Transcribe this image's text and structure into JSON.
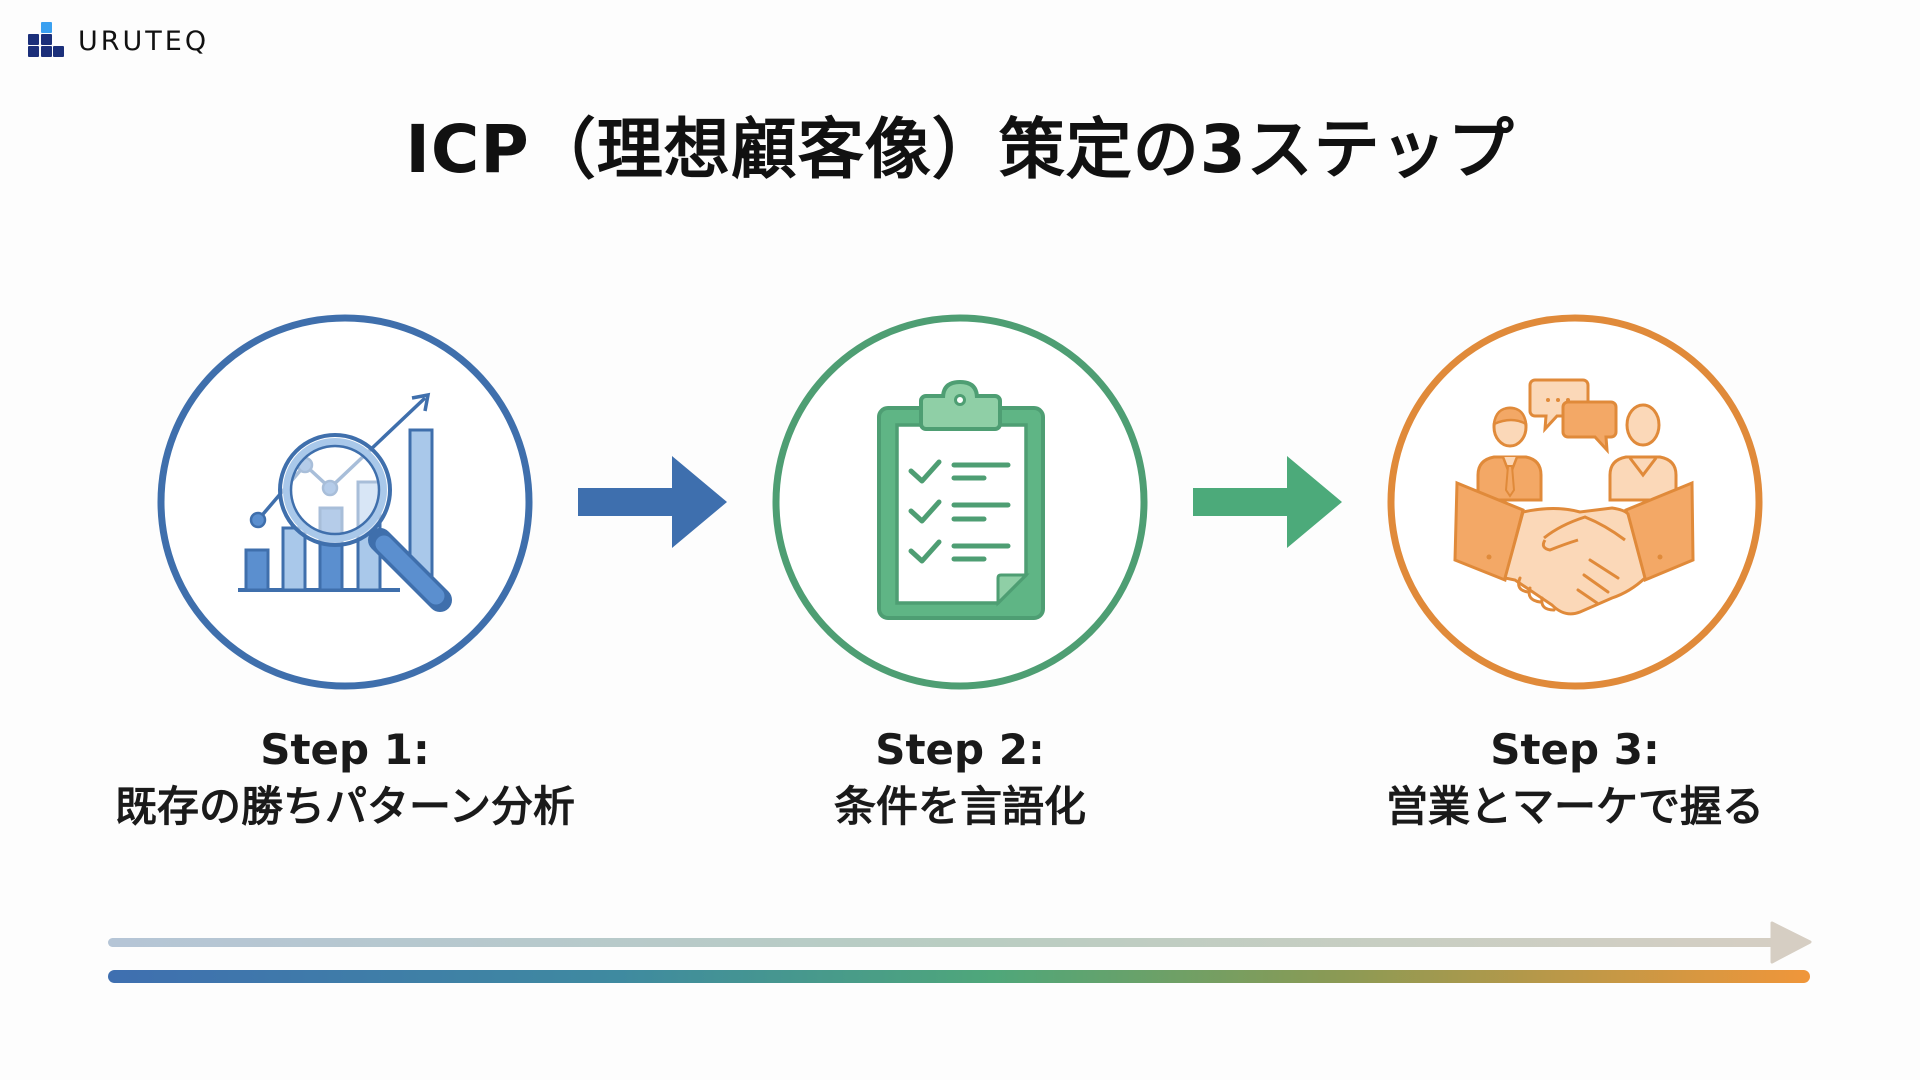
{
  "brand": {
    "name": "URUTEQ",
    "icon": "stacked-blocks-logo-icon",
    "colors": {
      "primary": "#1b2f7a",
      "accent": "#3aa0f0"
    }
  },
  "title": "ICP（理想顧客像）策定の3ステップ",
  "steps": [
    {
      "label": "Step 1:",
      "description": "既存の勝ちパターン分析",
      "icon": "chart-magnifier-icon",
      "color": "#3f6fac",
      "fill_light": "#a9c8ea",
      "fill_mid": "#5b8fcf"
    },
    {
      "label": "Step 2:",
      "description": "条件を言語化",
      "icon": "clipboard-checklist-icon",
      "color": "#4e9e73",
      "fill_light": "#8fcfa6",
      "fill_mid": "#5fb585"
    },
    {
      "label": "Step 3:",
      "description": "営業とマーケで握る",
      "icon": "handshake-meeting-icon",
      "color": "#e08a3a",
      "fill_light": "#fbd8b8",
      "fill_mid": "#f3a866"
    }
  ],
  "connectors": [
    {
      "icon": "arrow-right-icon",
      "color": "#3e6fae"
    },
    {
      "icon": "arrow-right-icon",
      "color": "#4caa7a"
    }
  ],
  "timeline": {
    "arrow_gradient": [
      "#b5c5d6",
      "#b9cdc2",
      "#d6cec3"
    ],
    "bar_gradient": [
      "#3f6fb0",
      "#3f8aa0",
      "#4fa77a",
      "#8a9a55",
      "#f0963a"
    ]
  }
}
